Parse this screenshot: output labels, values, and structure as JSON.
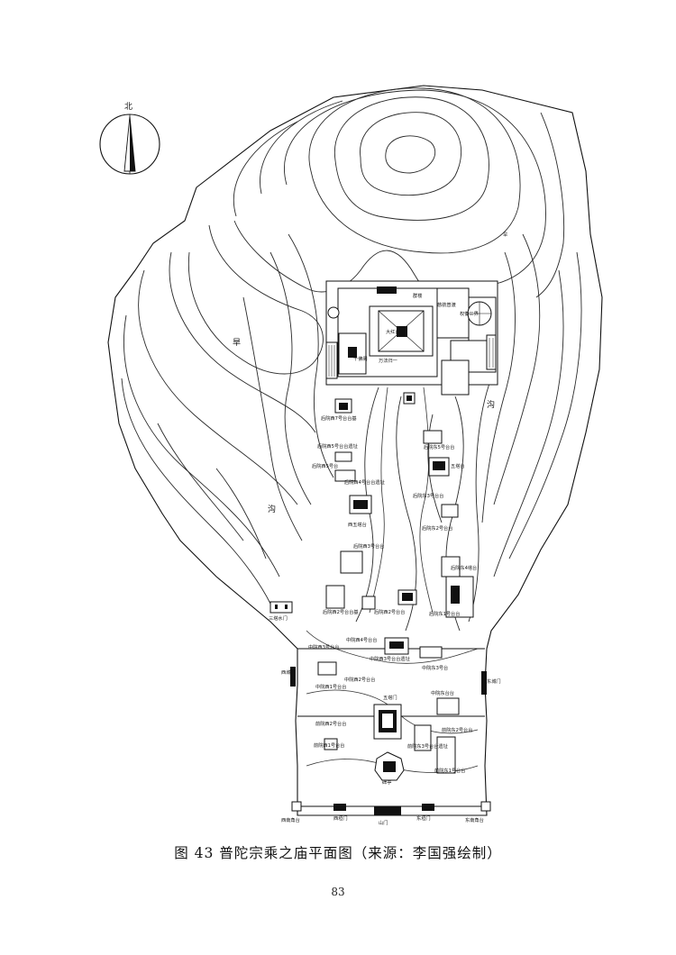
{
  "compass": {
    "north_label": "北"
  },
  "terrain_labels": {
    "gully_west_top": "旱",
    "gully_west_bottom": "沟",
    "gully_east": "沟",
    "east_top": "旱"
  },
  "building_labels": [
    "后院西7号台台基",
    "后院西5号台台遗址",
    "后院西5号台",
    "后院西4号台台遗址",
    "西五塔台",
    "后院西3号台台",
    "后院西2号台台基",
    "后院西2号台台",
    "后院东5号台台",
    "五塔台",
    "后院东3号台台",
    "后院东2号台台",
    "后院东1号台台",
    "后院东4塔台",
    "三塔水门",
    "中院西4号台台",
    "中院西3号台台",
    "中院西3号台台遗址",
    "中院东3号台",
    "中院西2号台台",
    "西城门",
    "中院西1号台台",
    "东城门",
    "中院东台台",
    "前院西2号台台",
    "前院东2号台台",
    "前院西1号台台",
    "前院东3号台台遗址",
    "前院东1号台台",
    "西南角台",
    "西垣门",
    "山门",
    "东垣门",
    "东南角台",
    "大红台",
    "群楼",
    "慈航普渡",
    "权衡三界",
    "千佛阁",
    "万法归一",
    "五塔门",
    "碑亭"
  ],
  "caption": "图 43  普陀宗乘之庙平面图（来源：李国强绘制）",
  "page_number": "83"
}
